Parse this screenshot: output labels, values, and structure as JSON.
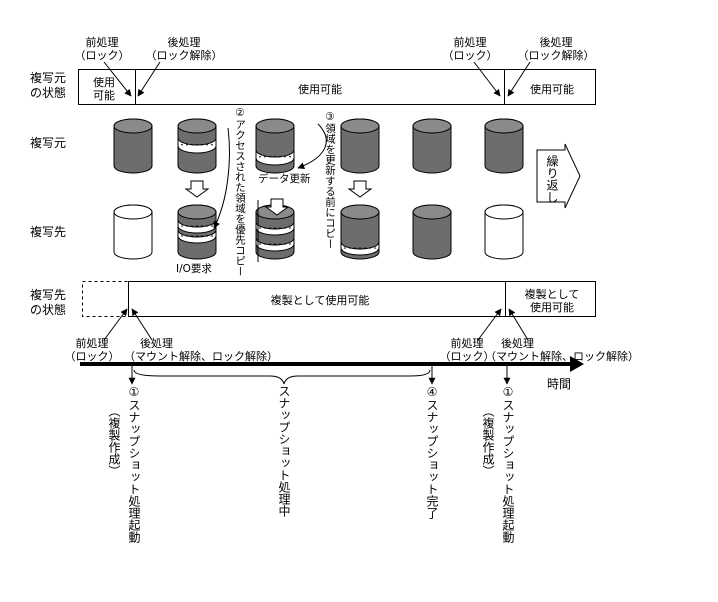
{
  "colors": {
    "line": "#000000",
    "disk_dark": "#6d6d6d",
    "disk_dark_top": "#8a8a8a",
    "disk_light": "#ffffff",
    "band": "#ffffff"
  },
  "top": {
    "pre1": [
      "前処理",
      "（ロック）"
    ],
    "post1": [
      "後処理",
      "（ロック解除）"
    ],
    "pre2": [
      "前処理",
      "（ロック）"
    ],
    "post2": [
      "後処理",
      "（ロック解除）"
    ]
  },
  "rows": {
    "src_state": [
      "複写元",
      "の状態"
    ],
    "src": "複写元",
    "dst": "複写先",
    "dst_state": [
      "複写先",
      "の状態"
    ]
  },
  "src_bar": {
    "seg1": [
      "使用",
      "可能"
    ],
    "seg2": "使用可能",
    "seg3": "使用可能"
  },
  "dst_bar": {
    "seg2": "複製として使用可能",
    "seg3": [
      "複製として",
      "使用可能"
    ]
  },
  "disk_labels": {
    "update": "データ更新",
    "io": "I/O要求"
  },
  "notes": {
    "n2": "②アクセスされた領域を優先コピー",
    "n3": "③領域を更新する前にコピー"
  },
  "repeat": "繰り返し",
  "bottom": {
    "pre1": [
      "前処理",
      "（ロック）"
    ],
    "post1": [
      "後処理",
      "（マウント解除、ロック解除）"
    ],
    "pre2": [
      "前処理",
      "（ロック）"
    ],
    "post2": [
      "後処理",
      "（マウント解除、ロック解除）"
    ]
  },
  "time_label": "時間",
  "events": {
    "e1": "①スナップショット処理起動",
    "e1_sub": "（複製作成）",
    "mid": "スナップショット処理中",
    "e4": "④スナップショット完了",
    "e5": "①スナップショット処理起動",
    "e5_sub": "（複製作成）"
  }
}
